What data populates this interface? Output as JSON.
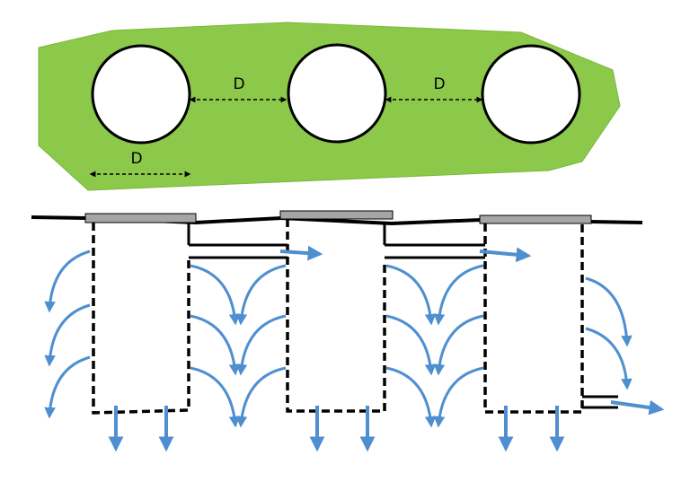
{
  "labels": {
    "d_gap_1": "D",
    "d_gap_2": "D",
    "d_diameter": "D"
  },
  "colors": {
    "background": "#ffffff",
    "ground_fill": "#8cc84a",
    "ground_edge": "#6aa830",
    "flow_arrow": "#4f8fd0",
    "wall": "#000000",
    "cap": "#a6a6a6"
  }
}
